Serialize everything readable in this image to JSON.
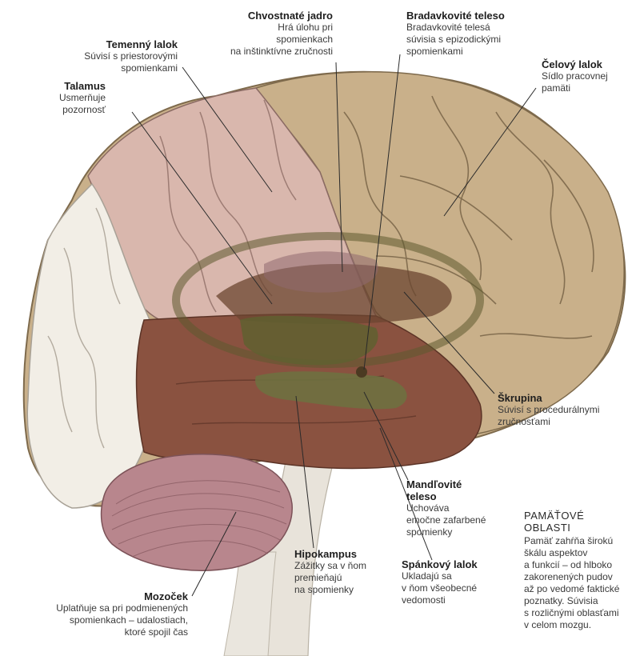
{
  "labels": {
    "temenny": {
      "title": "Temenný lalok",
      "desc": "Súvisí s priestorovými\nspomienkami"
    },
    "talamus": {
      "title": "Talamus",
      "desc": "Usmerňuje\npozornosť"
    },
    "chvostnate": {
      "title": "Chvostnaté jadro",
      "desc": "Hrá úlohu pri\nspomienkach\nna inštinktívne zručnosti"
    },
    "bradavkovite": {
      "title": "Bradavkovité teleso",
      "desc": "Bradavkovité telesá\nsúvisia s epizodickými\nspomienkami"
    },
    "celovy": {
      "title": "Čelový lalok",
      "desc": "Sídlo pracovnej\npamäti"
    },
    "skrupina": {
      "title": "Škrupina",
      "desc": "Súvisí s procedurálnymi\nzručnosťami"
    },
    "mandlovite": {
      "title": "Mandľovité\nteleso",
      "desc": "Uchováva\nemočne zafarbené\nspomienky"
    },
    "spankovy": {
      "title": "Spánkový lalok",
      "desc": "Ukladajú sa\nv ňom všeobecné\nvedomosti"
    },
    "hipokampus": {
      "title": "Hipokampus",
      "desc": "Zážitky sa v ňom\npremieňajú\nna spomienky"
    },
    "mozocek": {
      "title": "Mozoček",
      "desc": "Uplatňuje sa pri podmienených\nspomienkach – udalostiach,\nktoré spojil čas"
    }
  },
  "panel": {
    "title": "PAMÄŤOVÉ\nOBLASTI",
    "body": "Pamäť zahŕňa širokú\nškálu aspektov\na funkcií – od hlboko\nzakorenených pudov\naž po vedomé faktické\npoznatky. Súvisia\ns rozličnými oblasťami\nv celom mozgu."
  },
  "colors": {
    "frontal": "#c9b08a",
    "parietal": "#d9b7ad",
    "occipital": "#f2eee6",
    "temporal": "#8a5240",
    "cerebellum": "#b8868d",
    "brainstem": "#e8e3da",
    "deep": "#6b6a3a",
    "leader": "#2a2a2a"
  }
}
